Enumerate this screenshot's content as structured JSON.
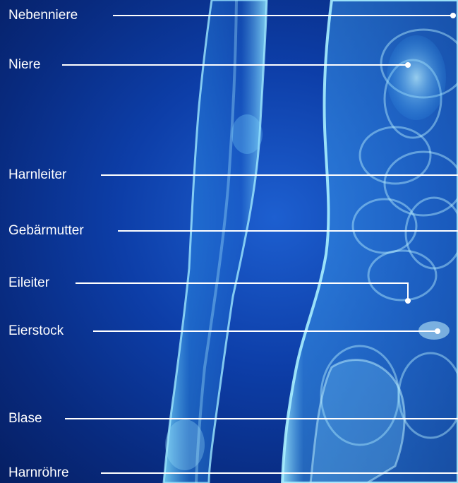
{
  "labels": [
    {
      "id": "nebenniere",
      "text": "Nebenniere"
    },
    {
      "id": "niere",
      "text": "Niere"
    },
    {
      "id": "harnleiter",
      "text": "Harnleiter"
    },
    {
      "id": "gebaermutter",
      "text": "Gebärmutter"
    },
    {
      "id": "eileiter",
      "text": "Eileiter"
    },
    {
      "id": "eierstock",
      "text": "Eierstock"
    },
    {
      "id": "blase",
      "text": "Blase"
    },
    {
      "id": "harnroehre",
      "text": "Harnröhre"
    }
  ],
  "colors": {
    "background": "#0a2f8a",
    "body_glow": "#6fd0ff",
    "label_text": "#ffffff",
    "leader_line": "#ffffff"
  }
}
